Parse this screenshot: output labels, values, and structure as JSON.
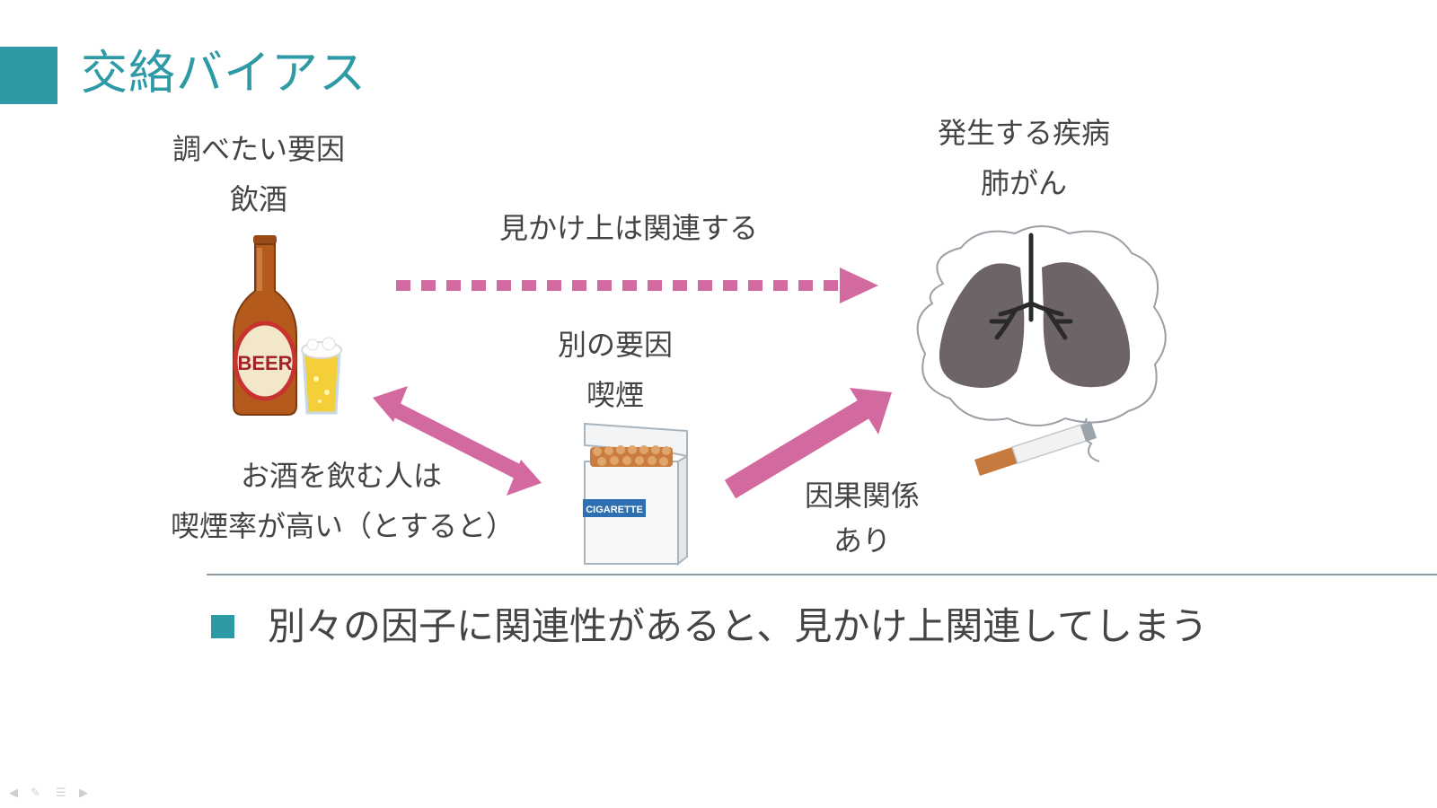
{
  "slide": {
    "title": "交絡バイアス",
    "exposure_heading": "調べたい要因",
    "exposure_name": "飲酒",
    "outcome_heading": "発生する疾病",
    "outcome_name": "肺がん",
    "apparent_label": "見かけ上は関連する",
    "confounder_heading": "別の要因",
    "confounder_name": "喫煙",
    "association_line1": "お酒を飲む人は",
    "association_line2": "喫煙率が高い（とすると）",
    "causal_line1": "因果関係",
    "causal_line2": "あり",
    "beer_label": "BEER",
    "cigarette_label": "CIGARETTE",
    "bullet_text": "別々の因子に関連性があると、見かけ上関連してしまう"
  },
  "colors": {
    "accent": "#2e9aa6",
    "arrow": "#d36a9f",
    "text": "#444444",
    "divider": "#8a9aa3"
  },
  "icons": {
    "exposure": "beer-bottle-and-glass",
    "outcome": "diseased-lungs",
    "confounder": "cigarette-pack"
  }
}
